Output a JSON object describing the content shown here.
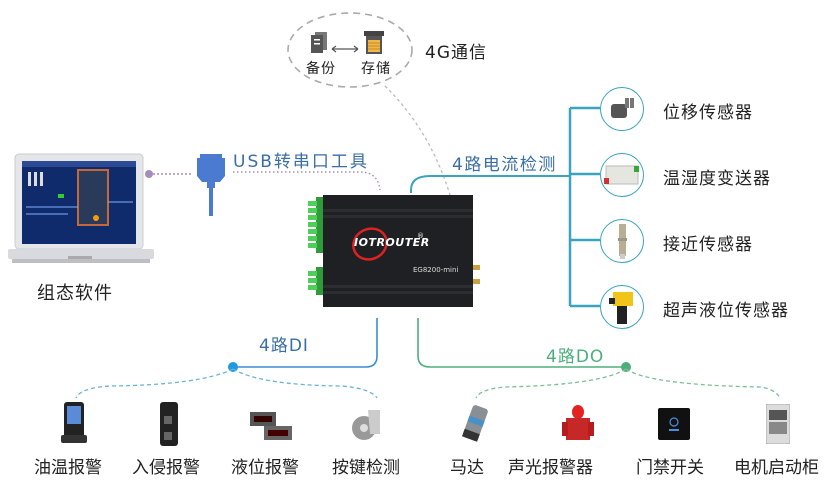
{
  "title": "EG8200-mini 网关拓扑图",
  "cloud": {
    "label": "4G通信",
    "backup_label": "备份",
    "storage_label": "存储",
    "backup_icon": "document-stack-icon",
    "storage_icon": "storage-card-icon"
  },
  "laptop": {
    "label": "组态软件",
    "icon": "scada-laptop-icon"
  },
  "usb": {
    "label": "USB转串口工具",
    "icon": "db9-serial-connector-icon"
  },
  "device": {
    "brand": "IOTROUTER",
    "registered": "®",
    "model": "EG8200-mini"
  },
  "current_sensing": {
    "label": "4路电流检测",
    "color": "#3aa3c0",
    "items": [
      {
        "label": "位移传感器",
        "icon": "displacement-sensor-icon"
      },
      {
        "label": "温湿度变送器",
        "icon": "temp-humidity-transmitter-icon"
      },
      {
        "label": "接近传感器",
        "icon": "proximity-sensor-icon"
      },
      {
        "label": "超声液位传感器",
        "icon": "ultrasonic-level-sensor-icon"
      }
    ]
  },
  "di": {
    "label": "4路DI",
    "color": "#1e9be0",
    "items": [
      {
        "label": "油温报警",
        "icon": "oil-temp-alarm-icon"
      },
      {
        "label": "入侵报警",
        "icon": "intrusion-alarm-icon"
      },
      {
        "label": "液位报警",
        "icon": "level-alarm-icon"
      },
      {
        "label": "按键检测",
        "icon": "button-detect-icon"
      }
    ]
  },
  "do": {
    "label": "4路DO",
    "color": "#4caf7a",
    "items": [
      {
        "label": "马达",
        "icon": "motor-icon"
      },
      {
        "label": "声光报警器",
        "icon": "siren-alarm-icon"
      },
      {
        "label": "门禁开关",
        "icon": "door-access-switch-icon"
      },
      {
        "label": "电机启动柜",
        "icon": "motor-starter-cabinet-icon"
      }
    ]
  }
}
